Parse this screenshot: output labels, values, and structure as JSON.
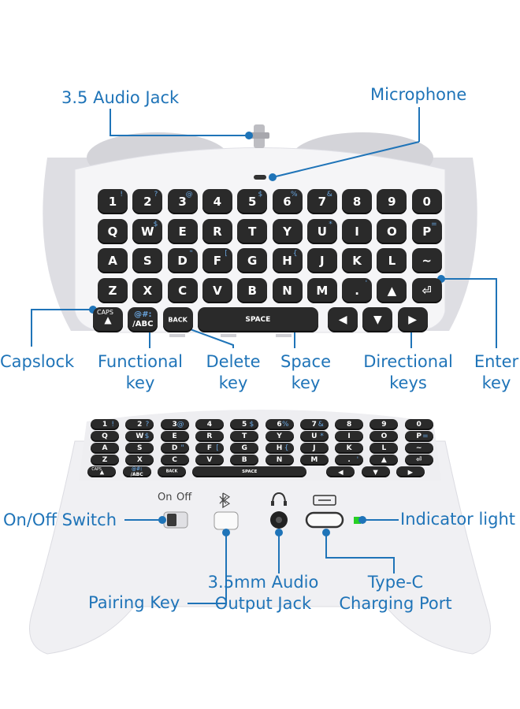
{
  "callouts_top": {
    "audio_jack": "3.5 Audio Jack",
    "microphone": "Microphone",
    "capslock": "Capslock",
    "functional_key": [
      "Functional",
      "key"
    ],
    "delete_key": [
      "Delete",
      "key"
    ],
    "space_key": [
      "Space",
      "key"
    ],
    "directional_keys": [
      "Directional",
      "keys"
    ],
    "enter_key": [
      "Enter",
      "key"
    ]
  },
  "callouts_bottom": {
    "on_off_switch": "On/Off Switch",
    "indicator_light": "Indicator light",
    "pairing_key": "Pairing Key",
    "audio_output": [
      "3.5mm Audio",
      "Output Jack"
    ],
    "type_c": [
      "Type-C",
      "Charging Port"
    ]
  },
  "switch_marks": {
    "on": "On",
    "off": "Off"
  },
  "keyboard": {
    "row1": [
      {
        "k": "1",
        "s": "!"
      },
      {
        "k": "2",
        "s": "?"
      },
      {
        "k": "3",
        "s": "@"
      },
      {
        "k": "4",
        "s": ""
      },
      {
        "k": "5",
        "s": "$"
      },
      {
        "k": "6",
        "s": "%"
      },
      {
        "k": "7",
        "s": "&"
      },
      {
        "k": "8",
        "s": ""
      },
      {
        "k": "9",
        "s": ""
      },
      {
        "k": "0",
        "s": ""
      }
    ],
    "row2": [
      {
        "k": "Q",
        "s": ""
      },
      {
        "k": "W",
        "s": "$"
      },
      {
        "k": "E",
        "s": ""
      },
      {
        "k": "R",
        "s": ""
      },
      {
        "k": "T",
        "s": ""
      },
      {
        "k": "Y",
        "s": ""
      },
      {
        "k": "U",
        "s": "*"
      },
      {
        "k": "I",
        "s": ""
      },
      {
        "k": "O",
        "s": ""
      },
      {
        "k": "P",
        "s": "="
      }
    ],
    "row3": [
      {
        "k": "A",
        "s": ""
      },
      {
        "k": "S",
        "s": ""
      },
      {
        "k": "D",
        "s": "\""
      },
      {
        "k": "F",
        "s": "["
      },
      {
        "k": "G",
        "s": ""
      },
      {
        "k": "H",
        "s": "{"
      },
      {
        "k": "J",
        "s": ""
      },
      {
        "k": "K",
        "s": ""
      },
      {
        "k": "L",
        "s": ""
      },
      {
        "k": "~",
        "s": ""
      }
    ],
    "row4": [
      {
        "k": "Z",
        "s": ""
      },
      {
        "k": "X",
        "s": ""
      },
      {
        "k": "C",
        "s": ""
      },
      {
        "k": "V",
        "s": ""
      },
      {
        "k": "B",
        "s": ""
      },
      {
        "k": "N",
        "s": ""
      },
      {
        "k": "M",
        "s": ""
      },
      {
        "k": ".",
        "s": "'"
      },
      {
        "k": "▲",
        "s": ""
      },
      {
        "k": "⏎",
        "s": ""
      }
    ],
    "caps": "CAPS",
    "fn_top": "@#:",
    "fn_bottom": "/ABC",
    "back": "BACK",
    "space": "SPACE",
    "left": "◀",
    "down": "▼",
    "right": "▶"
  },
  "colors": {
    "callout": "#1f74b8",
    "indicator": "#27d024",
    "key": "#2a2a2a",
    "body": "#f2f2f4"
  }
}
